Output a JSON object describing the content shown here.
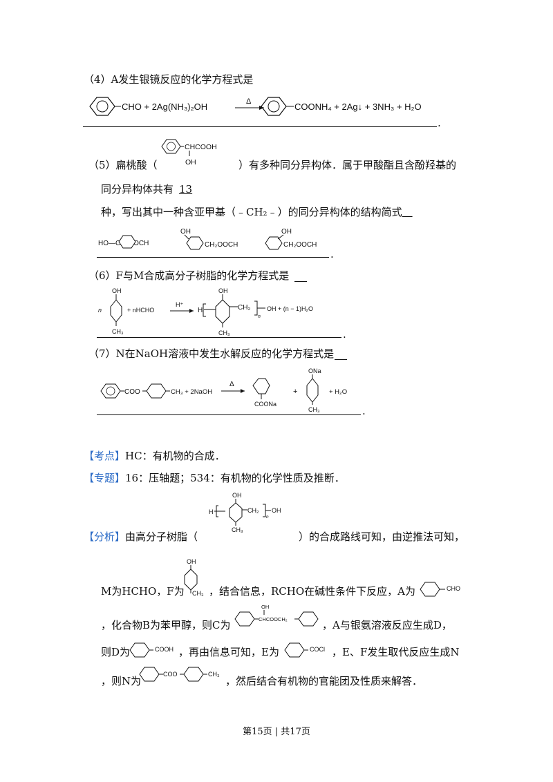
{
  "q4": {
    "prompt": "（4）A发生银镜反应的化学方程式是",
    "eq_left": "CHO + 2Ag(NH₃)₂OH",
    "eq_condition": "Δ",
    "eq_right": "COONH₄ + 2Ag↓ + 3NH₃ + H₂O",
    "end_dot": "."
  },
  "q5": {
    "prefix": "（5）扁桃酸（",
    "struct_top": "CHCOOH",
    "struct_bottom": "OH",
    "suffix": "）有多种同分异构体．属于甲酸酯且含酚羟基的",
    "line2_prefix": "同分异构体共有",
    "answer_count": "13",
    "line3": "种，写出其中一种含亚甲基（﹣CH₂﹣）的同分异构体的结构简式",
    "answers": [
      "HO—CH₂OOCH",
      "CH₂OOCH",
      "CH₂OOCH"
    ],
    "oh_label": "OH",
    "end_dot": "."
  },
  "q6": {
    "prompt": "（6）F与M合成高分子树脂的化学方程式是",
    "n": "n",
    "reagent": "+ nHCHO",
    "condition": "H⁺",
    "product_h": "H",
    "product_ch2": "CH₂",
    "product_tail": "OH + (n − 1)H₂O",
    "oh": "OH",
    "ch3": "CH₃",
    "end_dot": "."
  },
  "q7": {
    "prompt": "（7）N在NaOH溶液中发生水解反应的化学方程式是",
    "left": "COO",
    "left_tail": "CH₃ + 2NaOH",
    "condition": "Δ",
    "prod1": "COONa",
    "plus": "+",
    "prod2_top": "ONa",
    "prod2_bottom": "CH₃",
    "water": "+ H₂O",
    "end_dot": "."
  },
  "kaodian": {
    "tag": "【考点】",
    "text": "HC：有机物的合成．"
  },
  "zhuanti": {
    "tag": "【专题】",
    "text": "16：压轴题；534：有机物的化学性质及推断．"
  },
  "fenxi": {
    "tag": "【分析】",
    "line1_prefix": "由高分子树脂（",
    "line1_suffix": "）的合成路线可知，由逆推法可知，",
    "line2_a": "M为HCHO，F为",
    "line2_b": "，结合信息，RCHO在碱性条件下反应，A为",
    "line3_a": "，化合物B为苯甲醇，则C为",
    "line3_b": "，A与银氨溶液反应生成D，",
    "line4_a": "则D为",
    "line4_b": "，再由信息可知，E为",
    "line4_c": "，E、F发生取代反应生成N",
    "line5_a": "，则N为",
    "line5_b": "，然后结合有机物的官能团及性质来解答．",
    "cho": "CHO",
    "cooh": "COOH",
    "cocl": "COCl",
    "coo": "COO",
    "ch3": "CH₃",
    "oh": "OH",
    "ester_c": "CHCOOCH₂",
    "resin_h": "H",
    "resin_ch2": "CH₂",
    "resin_oh": "OH",
    "resin_n": "n"
  },
  "footer": "第15页 | 共17页"
}
